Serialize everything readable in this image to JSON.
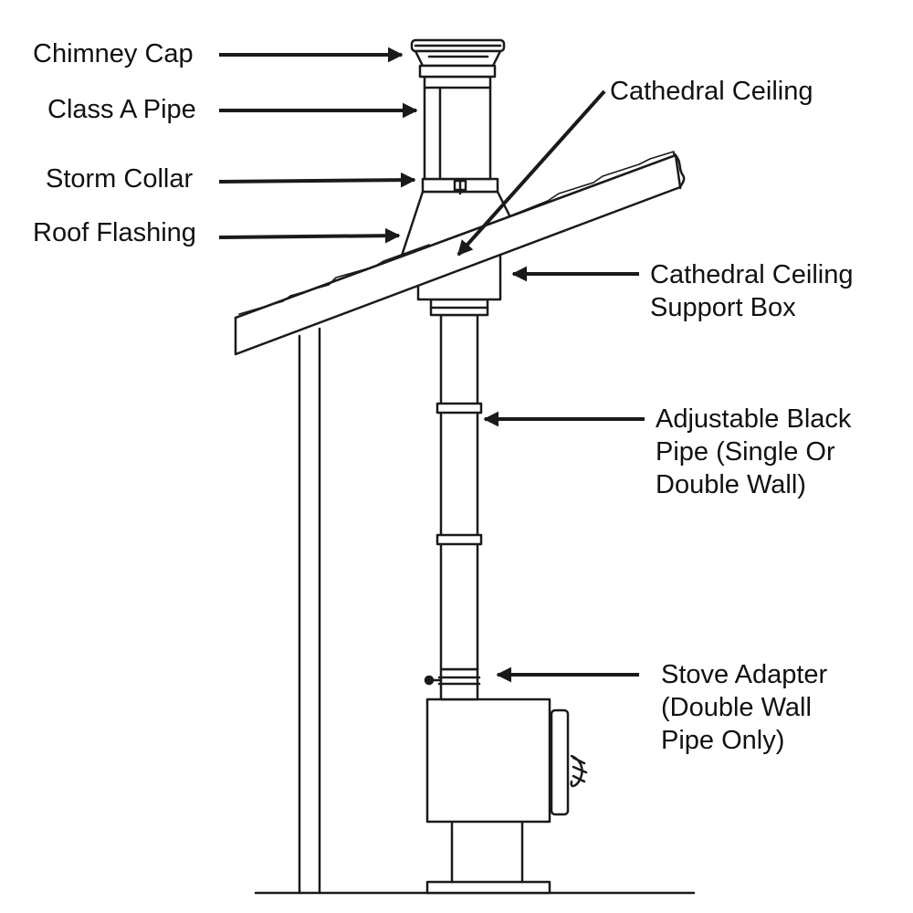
{
  "labels": {
    "chimney_cap": "Chimney Cap",
    "class_a_pipe": "Class A Pipe",
    "storm_collar": "Storm Collar",
    "roof_flashing": "Roof Flashing",
    "cathedral_ceiling": "Cathedral Ceiling",
    "support_box": [
      "Cathedral Ceiling",
      "Support Box"
    ],
    "black_pipe": [
      "Adjustable Black",
      "Pipe (Single Or",
      "Double Wall)"
    ],
    "stove_adapter": [
      "Stove Adapter",
      "(Double Wall",
      "Pipe Only)"
    ]
  },
  "colors": {
    "line": "#1a1a1a",
    "background": "#ffffff",
    "text": "#111111"
  }
}
